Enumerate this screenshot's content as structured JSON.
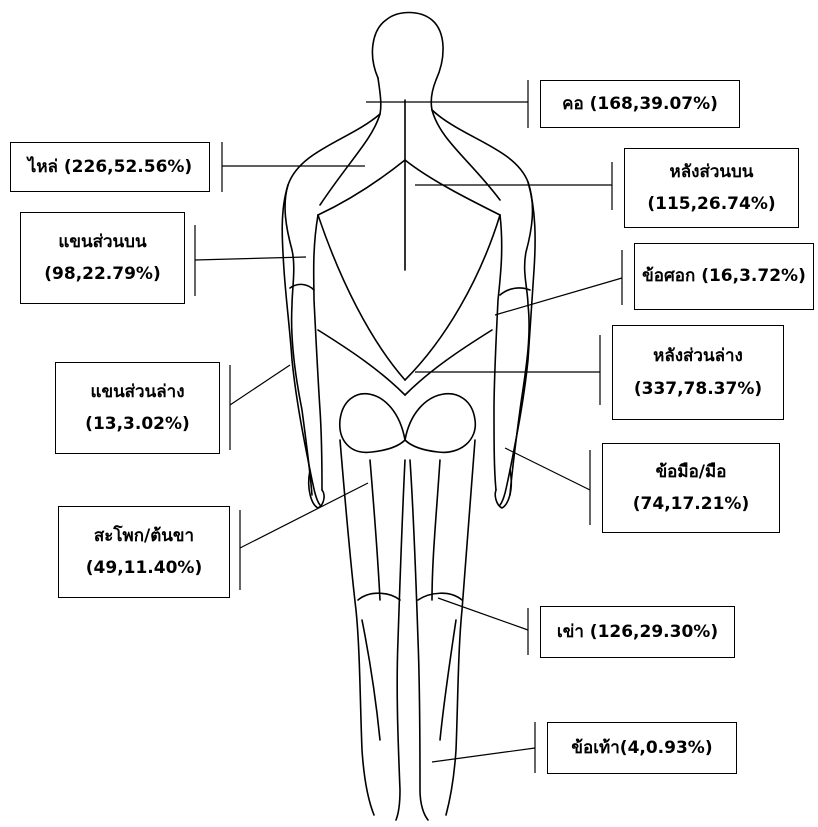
{
  "diagram": {
    "labels": {
      "neck": {
        "name": "คอ",
        "value": "(168,39.07%)"
      },
      "shoulder": {
        "name": "ไหล่",
        "value": "(226,52.56%)"
      },
      "upper_back": {
        "name": "หลังส่วนบน",
        "value": "(115,26.74%)"
      },
      "upper_arm": {
        "name": "แขนส่วนบน",
        "value": "(98,22.79%)"
      },
      "elbow": {
        "name": "ข้อศอก",
        "value": "(16,3.72%)"
      },
      "lower_back": {
        "name": "หลังส่วนล่าง",
        "value": "(337,78.37%)"
      },
      "forearm": {
        "name": "แขนส่วนล่าง",
        "value": "(13,3.02%)"
      },
      "wrist_hand": {
        "name": "ข้อมือ/มือ",
        "value": "(74,17.21%)"
      },
      "hip_thigh": {
        "name": "สะโพก/ต้นขา",
        "value": "(49,11.40%)"
      },
      "knee": {
        "name": "เข่า",
        "value": "(126,29.30%)"
      },
      "ankle": {
        "name": "ข้อเท้า",
        "value": "(4,0.93%)"
      }
    }
  }
}
